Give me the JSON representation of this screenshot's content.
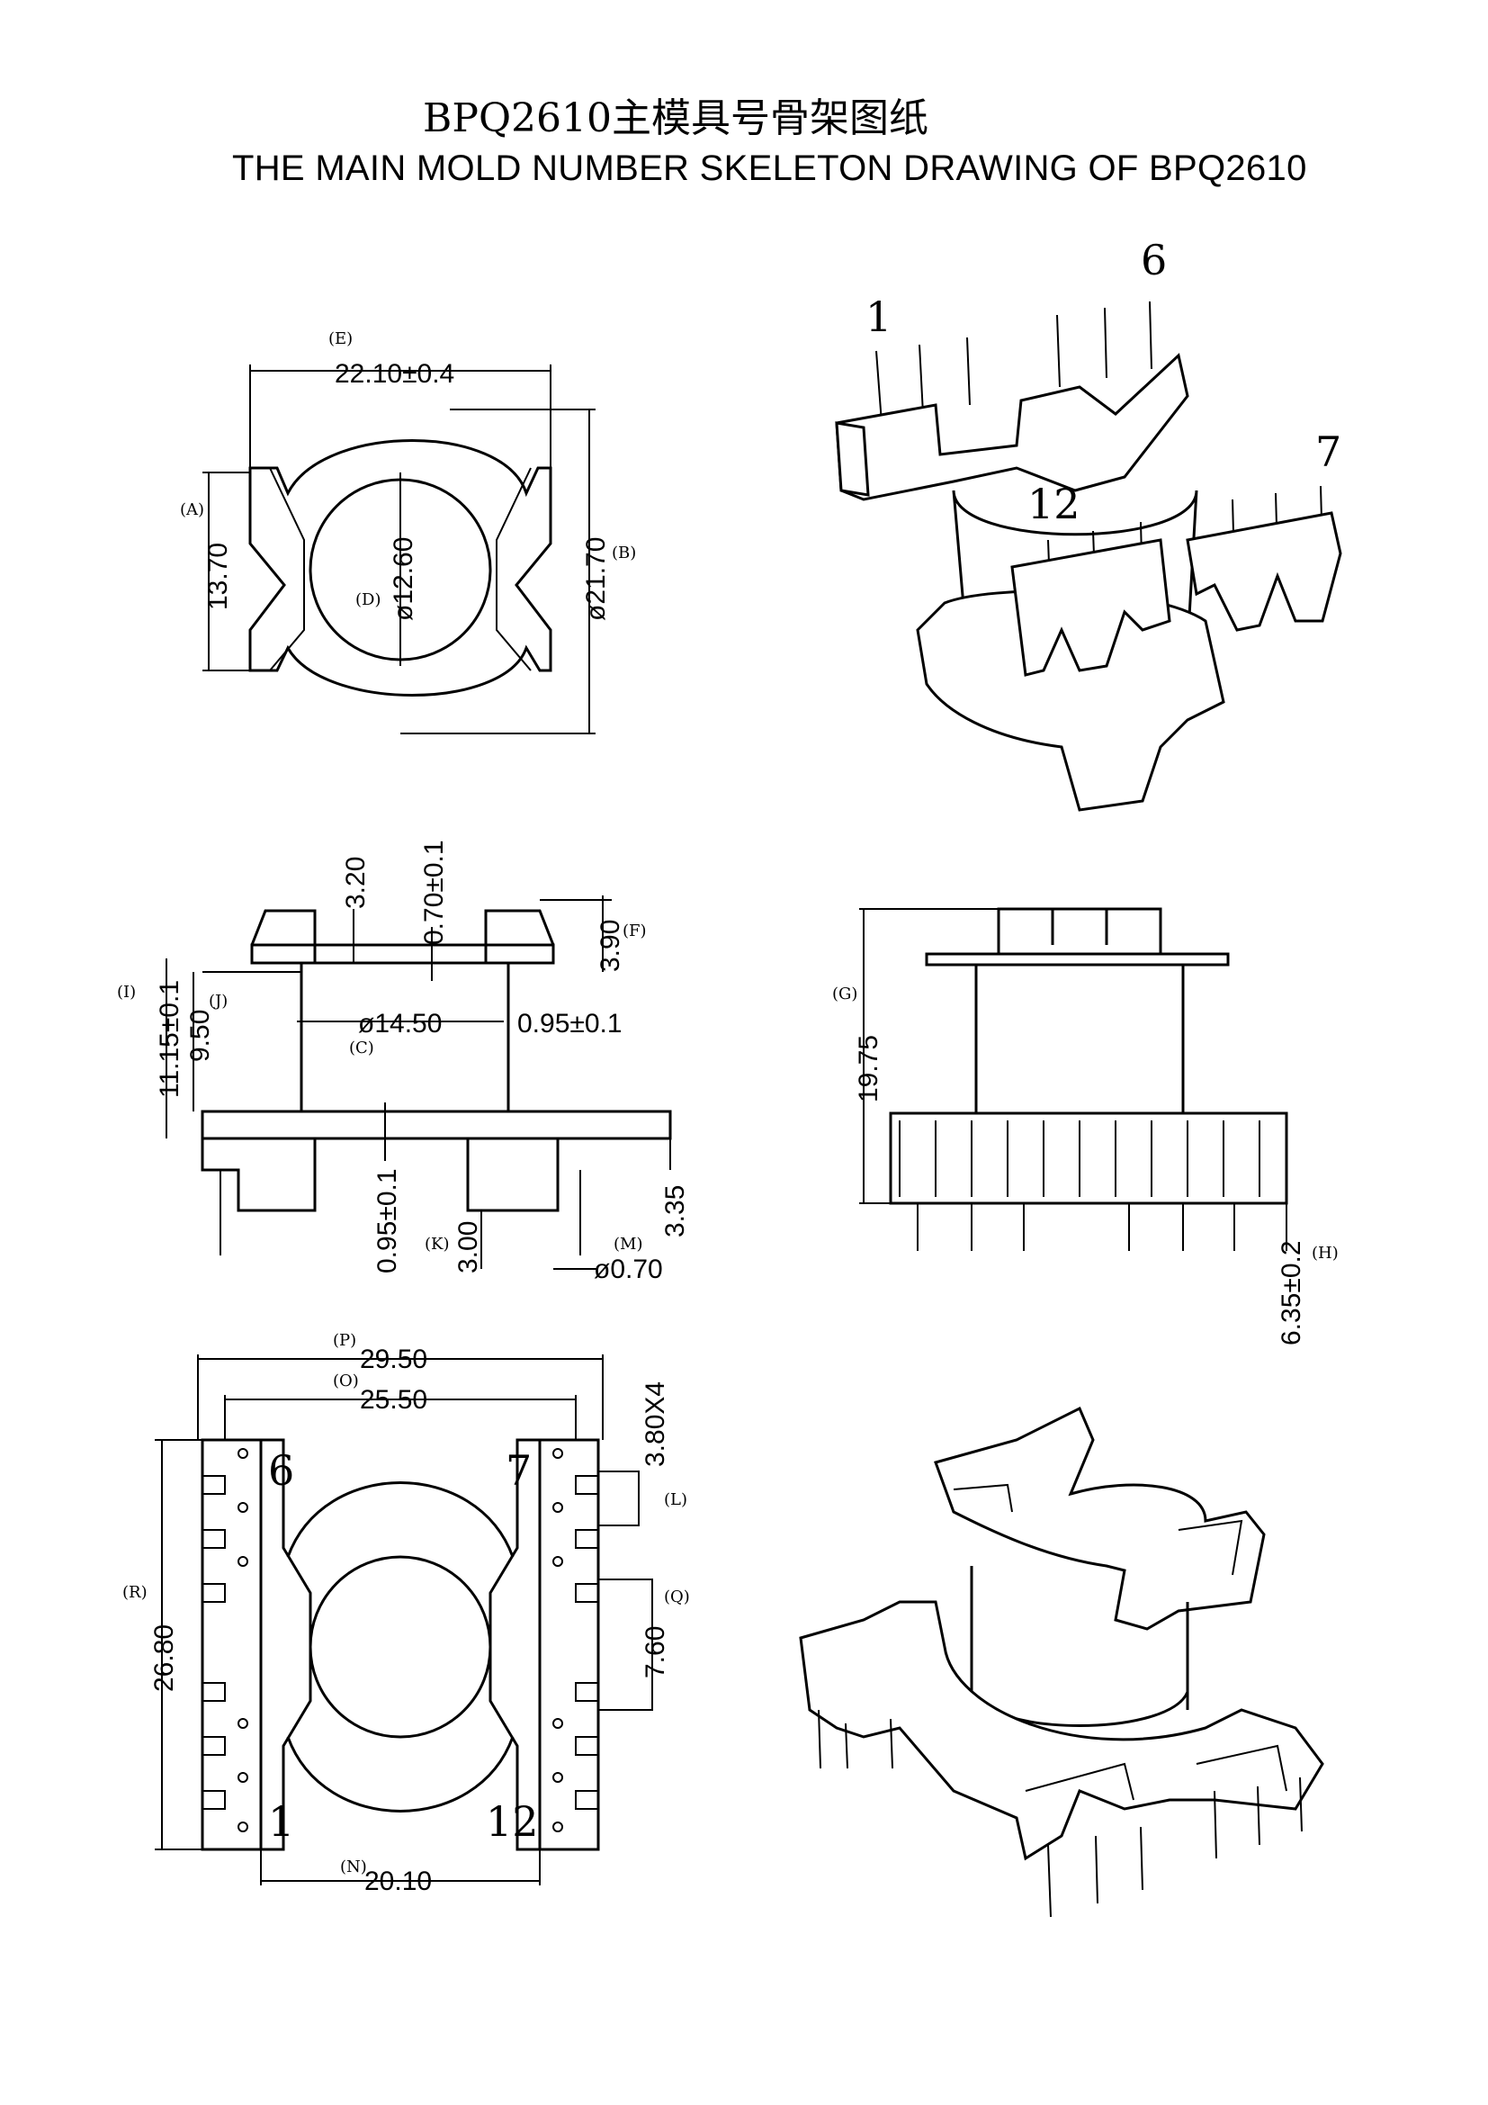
{
  "title": {
    "chinese": "BPQ2610主模具号骨架图纸",
    "english": "THE MAIN MOLD NUMBER SKELETON DRAWING OF BPQ2610"
  },
  "top_view": {
    "ref_e": "(E)",
    "dim_e": "22.10±0.4",
    "ref_a": "(A)",
    "dim_a": "13.70",
    "ref_b": "(B)",
    "dim_b": "ø21.70",
    "ref_d": "(D)",
    "dim_d": "ø12.60"
  },
  "side_view": {
    "dim_320": "3.20",
    "dim_070": "0.70±0.1",
    "ref_f": "(F)",
    "dim_f": "3.90",
    "ref_i": "(I)",
    "dim_i": "11.15±0.1",
    "ref_j": "(J)",
    "dim_j": "9.50",
    "ref_c": "(C)",
    "dim_c": "ø14.50",
    "dim_095r": "0.95±0.1",
    "dim_095b": "0.95±0.1",
    "ref_k": "(K)",
    "dim_k": "3.00",
    "ref_m": "(M)",
    "dim_m": "ø0.70",
    "dim_335": "3.35"
  },
  "front_view": {
    "ref_g": "(G)",
    "dim_g": "19.75",
    "ref_h": "(H)",
    "dim_h": "6.35±0.2"
  },
  "bottom_view": {
    "ref_p": "(P)",
    "dim_p": "29.50",
    "ref_o": "(O)",
    "dim_o": "25.50",
    "dim_pitch": "3.80X4",
    "ref_l": "(L)",
    "ref_r": "(R)",
    "dim_r": "26.80",
    "ref_q": "(Q)",
    "dim_q": "7.60",
    "ref_n": "(N)",
    "dim_n": "20.10",
    "pin_6": "6",
    "pin_7": "7",
    "pin_1": "1",
    "pin_12": "12"
  },
  "iso_view_1": {
    "pin_1": "1",
    "pin_6": "6",
    "pin_7": "7",
    "pin_12": "12"
  }
}
